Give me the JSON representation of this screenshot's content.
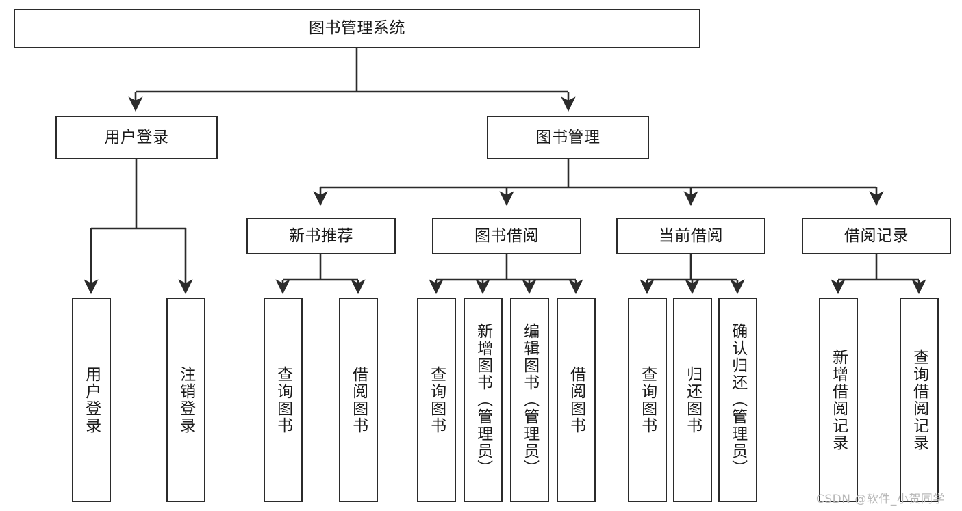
{
  "diagram": {
    "title": "图书管理系统",
    "type": "hierarchy-tree",
    "background_color": "#ffffff",
    "stroke_color": "#2b2b2b",
    "text_color": "#1a1a1a"
  },
  "root": {
    "label": "图书管理系统"
  },
  "level2": [
    {
      "label": "用户登录"
    },
    {
      "label": "图书管理"
    }
  ],
  "level3": [
    {
      "label": "新书推荐"
    },
    {
      "label": "图书借阅"
    },
    {
      "label": "当前借阅"
    },
    {
      "label": "借阅记录"
    }
  ],
  "leaves": {
    "user_login": [
      {
        "label": "用户登录"
      },
      {
        "label": "注销登录"
      }
    ],
    "new_book": [
      {
        "label": "查询图书"
      },
      {
        "label": "借阅图书"
      }
    ],
    "book_borrow": [
      {
        "label": "查询图书"
      },
      {
        "label": "新增图书（管理员）"
      },
      {
        "label": "编辑图书（管理员）"
      },
      {
        "label": "借阅图书"
      }
    ],
    "current_borrow": [
      {
        "label": "查询图书"
      },
      {
        "label": "归还图书"
      },
      {
        "label": "确认归还（管理员）"
      }
    ],
    "borrow_record": [
      {
        "label": "新增借阅记录"
      },
      {
        "label": "查询借阅记录"
      }
    ]
  },
  "watermark": {
    "text": "CSDN @软件_小贺同学",
    "color": "#b9b9b9"
  }
}
